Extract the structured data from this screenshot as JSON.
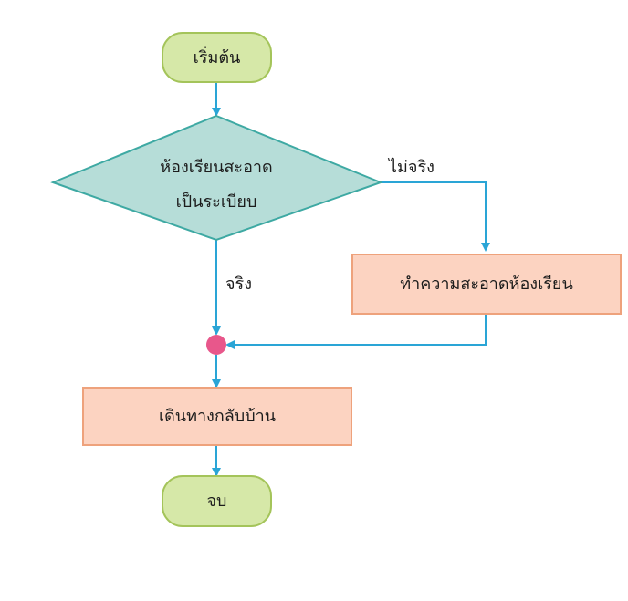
{
  "flowchart": {
    "start_label": "เริ่มต้น",
    "decision_line1": "ห้องเรียนสะอาด",
    "decision_line2": "เป็นระเบียบ",
    "false_label": "ไม่จริง",
    "true_label": "จริง",
    "clean_step": "ทำความสะอาดห้องเรียน",
    "walk_step": "เดินทางกลับบ้าน",
    "end_label": "จบ"
  },
  "colors": {
    "terminal_fill": "#d6e8a8",
    "terminal_stroke": "#a4c45a",
    "decision_fill": "#b6ddd8",
    "decision_stroke": "#3ea9a3",
    "process_fill": "#fcd3c1",
    "process_stroke": "#eea27c",
    "connector_fill": "#e8578b",
    "arrow": "#2aa5d6"
  }
}
